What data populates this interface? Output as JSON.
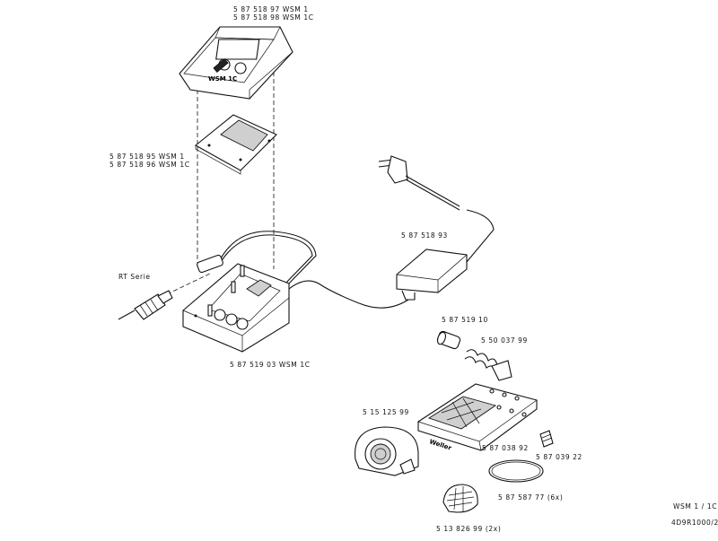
{
  "labels": {
    "display_cover_1": "5  87  518  97     WSM  1",
    "display_cover_2": "5  87  518  98     WSM  1C",
    "front_panel_1": "5  87  518  95   WSM  1",
    "front_panel_2": "5  87  518  96  WSM  1C",
    "power_supply": "5  87  518  93",
    "iron": "RT  Serie",
    "station": "5  87  519  03    WSM  1C",
    "tip_sleeve": "5  87  519  10",
    "spring_holder": "5  50  037  99",
    "stand_cover": "5  15  125  99",
    "tray_board": "5  87  038  92",
    "feet": "5  87  039  22",
    "o_ring": "5  87  587  77    (6x)",
    "sponge": "5  13  826  99    (2x)",
    "model_footer": "WSM  1  /  1C",
    "drawing_number": "4D9R1000/2"
  },
  "logo_text": "Weller",
  "panel_text": "WSM 1C"
}
